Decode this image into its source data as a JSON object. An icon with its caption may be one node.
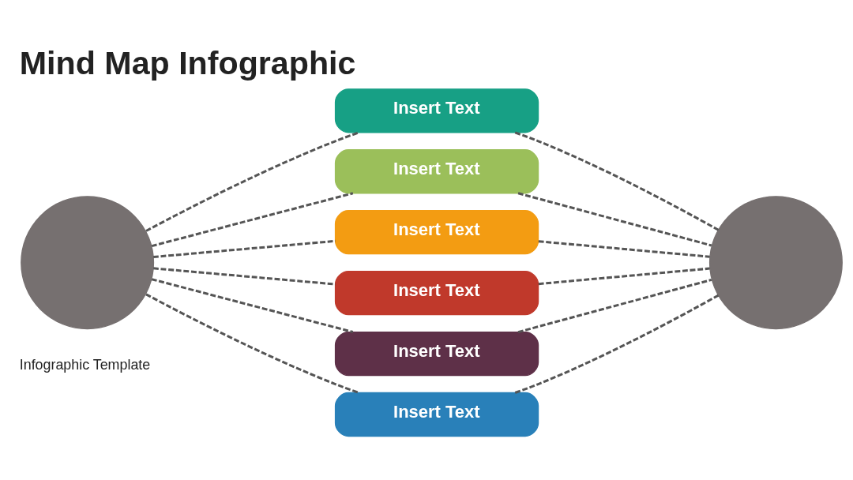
{
  "diagram": {
    "title": "Mind Map Infographic",
    "nodes": [
      {
        "text": [],
        "shape": "circle"
      },
      {
        "text": [
          "Insert Text"
        ]
      },
      {
        "text": [
          "Insert Text"
        ]
      },
      {
        "text": [
          "Insert Text"
        ]
      },
      {
        "text": [
          "Insert Text"
        ]
      },
      {
        "text": [
          "Insert Text"
        ]
      },
      {
        "text": [
          "Insert Text"
        ]
      },
      {
        "text": [],
        "shape": "circle"
      }
    ],
    "edges": [
      {
        "from": 0,
        "to": 1,
        "arrow": "none",
        "style": "dashed"
      },
      {
        "from": 0,
        "to": 2,
        "arrow": "none",
        "style": "dashed"
      },
      {
        "from": 0,
        "to": 3,
        "arrow": "none",
        "style": "dashed"
      },
      {
        "from": 0,
        "to": 4,
        "arrow": "none",
        "style": "dashed"
      },
      {
        "from": 0,
        "to": 5,
        "arrow": "none",
        "style": "dashed"
      },
      {
        "from": 0,
        "to": 6,
        "arrow": "none",
        "style": "dashed"
      },
      {
        "from": 1,
        "to": 7,
        "arrow": "none",
        "style": "dashed"
      },
      {
        "from": 2,
        "to": 7,
        "arrow": "none",
        "style": "dashed"
      },
      {
        "from": 3,
        "to": 7,
        "arrow": "none",
        "style": "dashed"
      },
      {
        "from": 4,
        "to": 7,
        "arrow": "none",
        "style": "dashed"
      },
      {
        "from": 5,
        "to": 7,
        "arrow": "none",
        "style": "dashed"
      },
      {
        "from": 6,
        "to": 7,
        "arrow": "none",
        "style": "dashed"
      }
    ],
    "labels": [
      "Infographic Template"
    ]
  }
}
